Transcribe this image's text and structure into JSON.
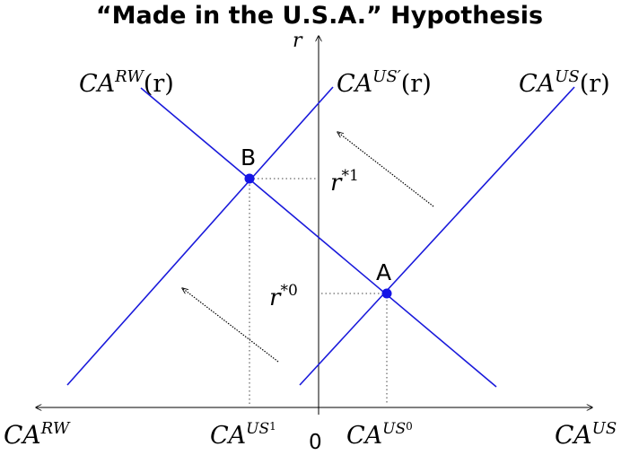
{
  "title": "“Made in the U.S.A.” Hypothesis",
  "axis": {
    "y_label": "r",
    "x_left_label": "CA",
    "x_left_sup": "RW",
    "x_right_label": "CA",
    "x_right_sup": "US",
    "origin_label": "0"
  },
  "curves": {
    "rw": {
      "base": "CA",
      "sup": "RW",
      "arg": "(r)"
    },
    "us_new": {
      "base": "CA",
      "sup": "US′",
      "arg": "(r)"
    },
    "us": {
      "base": "CA",
      "sup": "US",
      "arg": "(r)"
    }
  },
  "points": {
    "a": "A",
    "b": "B"
  },
  "rates": {
    "r1_base": "r",
    "r1_sup": "*1",
    "r0_base": "r",
    "r0_sup": "*0"
  },
  "ca_ticks": {
    "us1_base": "CA",
    "us1_sup": "US",
    "us1_subsup": "1",
    "us0_base": "CA",
    "us0_sup": "US",
    "us0_subsup": "0"
  },
  "colors": {
    "curve": "#1a1adb",
    "point": "#1515e6"
  }
}
